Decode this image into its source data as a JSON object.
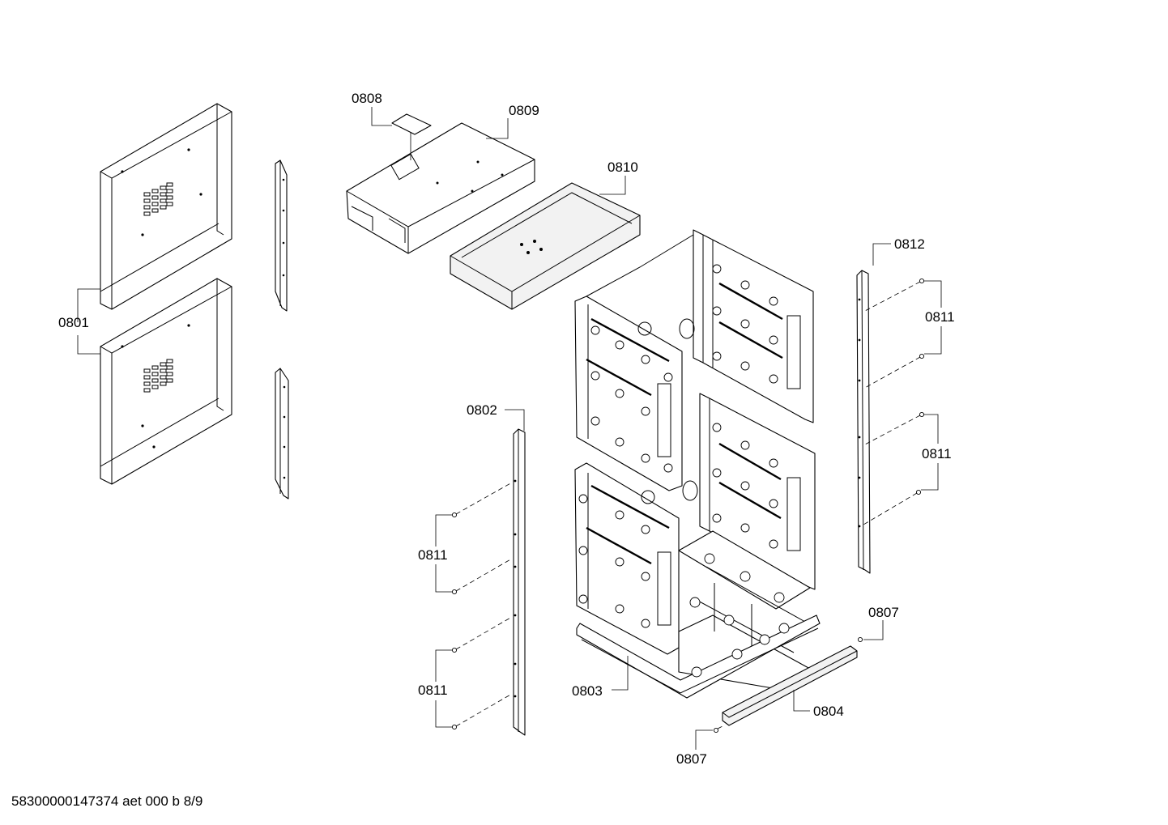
{
  "labels": {
    "p0801": "0801",
    "p0802": "0802",
    "p0803": "0803",
    "p0804": "0804",
    "p0807a": "0807",
    "p0807b": "0807",
    "p0808": "0808",
    "p0809": "0809",
    "p0810": "0810",
    "p0811a": "0811",
    "p0811b": "0811",
    "p0811c": "0811",
    "p0811d": "0811",
    "p0812": "0812"
  },
  "footer": {
    "drawing_id": "58300000147374 aet 000 b 8/9"
  }
}
